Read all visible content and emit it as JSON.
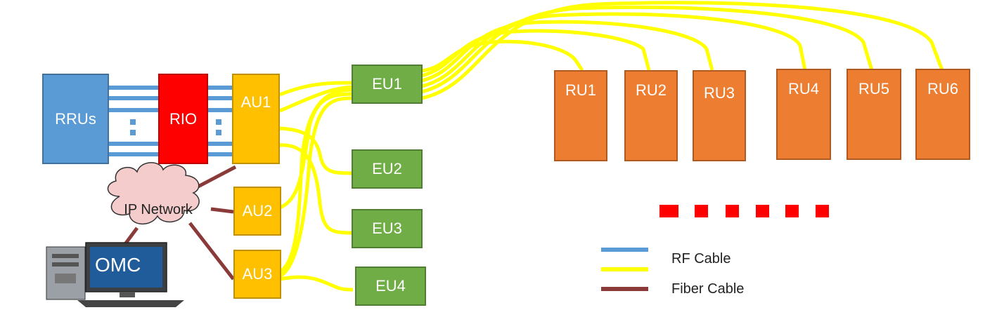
{
  "diagram": {
    "nodes": {
      "rrus": "RRUs",
      "rio": "RIO",
      "au1": "AU1",
      "au2": "AU2",
      "au3": "AU3",
      "eu1": "EU1",
      "eu2": "EU2",
      "eu3": "EU3",
      "eu4": "EU4",
      "ru1": "RU1",
      "ru2": "RU2",
      "ru3": "RU3",
      "ru4": "RU4",
      "ru5": "RU5",
      "ru6": "RU6",
      "ip_network": "IP Network",
      "omc": "OMC"
    },
    "legend": [
      {
        "label": "RF Cable",
        "color": "#5b9bd5"
      },
      {
        "label": "Fiber Cable",
        "color": "#8b3a3a"
      }
    ],
    "colors": {
      "rrus": "#5b9bd5",
      "rio": "#ff0000",
      "au": "#ffc000",
      "eu": "#70ad47",
      "ru": "#ed7d31",
      "rf_cable": "#5b9bd5",
      "coax_cable": "#ffff00",
      "fiber_cable": "#8b3a3a",
      "cloud": "#f4cccc",
      "dots": "#ff0000"
    },
    "icons": [
      "cloud-icon",
      "computer-icon"
    ]
  }
}
